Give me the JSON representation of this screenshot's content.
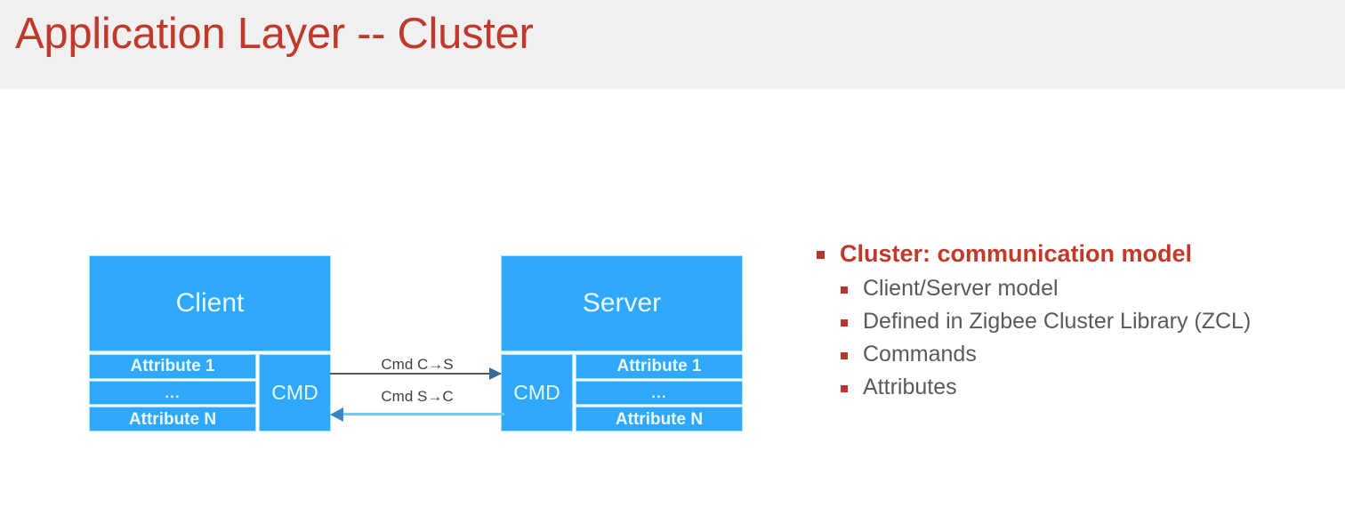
{
  "slide": {
    "title": "Application Layer -- Cluster",
    "title_color": "#c0392b",
    "band_color": "#f0f0f0",
    "background": "#ffffff"
  },
  "diagram": {
    "accent_color": "#2fa8fc",
    "border_color": "#9ce4ff",
    "nodes": [
      {
        "id": "client",
        "header": "Client",
        "cmd_label": "CMD",
        "cmd_side": "right",
        "attributes": [
          "Attribute 1",
          "...",
          "Attribute N"
        ]
      },
      {
        "id": "server",
        "header": "Server",
        "cmd_label": "CMD",
        "cmd_side": "left",
        "attributes": [
          "Attribute 1",
          "...",
          "Attribute N"
        ]
      }
    ],
    "arrows": [
      {
        "id": "c2s",
        "label": "Cmd C→S",
        "direction": "right",
        "color": "#57575c"
      },
      {
        "id": "s2c",
        "label": "Cmd S→C",
        "direction": "left",
        "color": "#7ec8ef"
      }
    ]
  },
  "bullets": {
    "marker_color": "#b7352c",
    "items": [
      {
        "level": 1,
        "text": "Cluster: communication model",
        "color": "#c0392b"
      },
      {
        "level": 2,
        "text": "Client/Server model",
        "color": "#595959"
      },
      {
        "level": 2,
        "text": "Defined in Zigbee Cluster Library (ZCL)",
        "color": "#595959"
      },
      {
        "level": 2,
        "text": "Commands",
        "color": "#595959"
      },
      {
        "level": 2,
        "text": "Attributes",
        "color": "#595959"
      }
    ]
  }
}
